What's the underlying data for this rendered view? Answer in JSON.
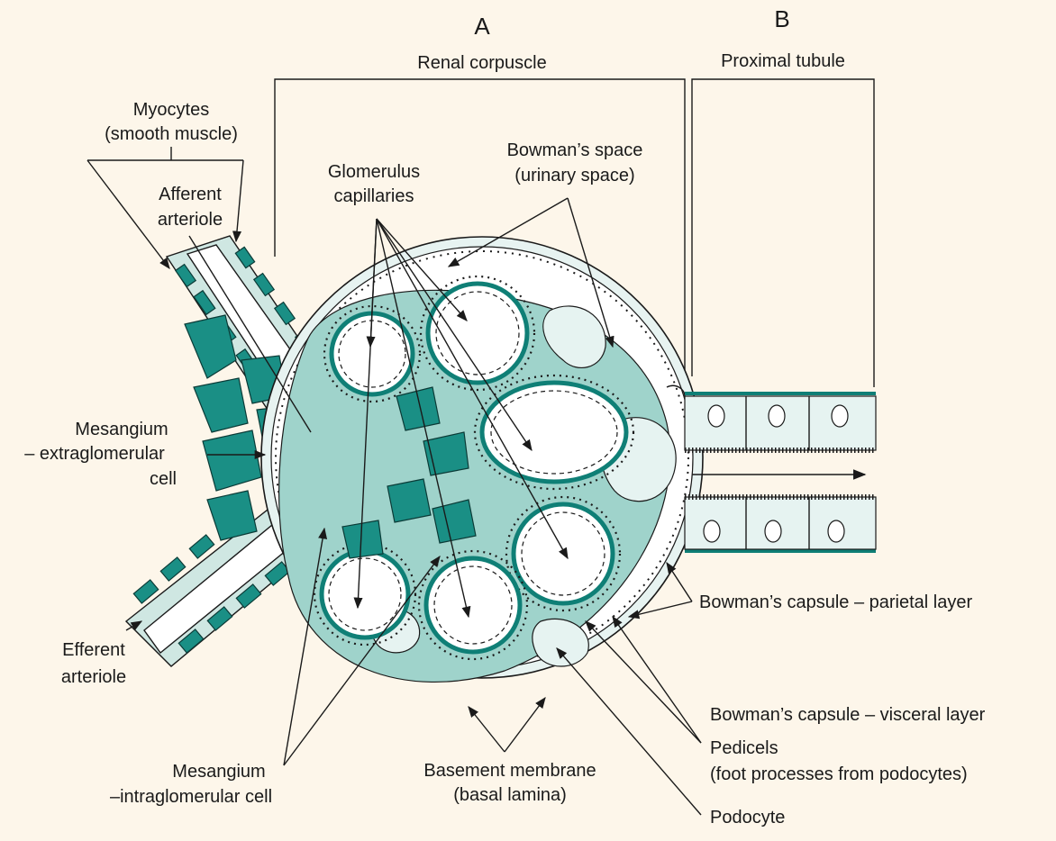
{
  "header": {
    "section_a": "A",
    "section_b": "B",
    "renal_corpuscle": "Renal corpuscle",
    "proximal_tubule": "Proximal tubule"
  },
  "labels": {
    "myocytes_1": "Myocytes",
    "myocytes_2": "(smooth muscle)",
    "afferent_1": "Afferent",
    "afferent_2": "arteriole",
    "glomerulus_1": "Glomerulus",
    "glomerulus_2": "capillaries",
    "bowman_space_1": "Bowman’s space",
    "bowman_space_2": "(urinary space)",
    "mesangium_extra_1": "Mesangium",
    "mesangium_extra_2": "– extraglomerular",
    "mesangium_extra_3": "cell",
    "efferent_1": "Efferent",
    "efferent_2": "arteriole",
    "mesangium_intra_1": "Mesangium",
    "mesangium_intra_2": "–intraglomerular cell",
    "basement_1": "Basement membrane",
    "basement_2": "(basal lamina)",
    "parietal": "Bowman’s capsule – parietal layer",
    "visceral": "Bowman’s capsule – visceral layer",
    "pedicels_1": "Pedicels",
    "pedicels_2": "(foot processes from podocytes)",
    "podocyte": "Podocyte"
  },
  "colors": {
    "background": "#fdf6ea",
    "teal": "#1a8f85",
    "pale_teal": "#cfe7e2",
    "ink": "#1a1a1a"
  }
}
